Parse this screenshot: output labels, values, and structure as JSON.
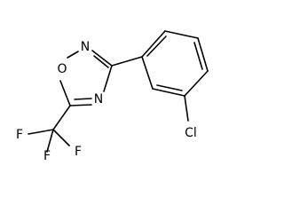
{
  "molecule": {
    "atom_labels": {
      "ring_oxygen": "O",
      "ring_nitrogen_top": "N",
      "ring_nitrogen_bottom": "N",
      "chlorine": "Cl",
      "fluorine_left": "F",
      "fluorine_right": "F",
      "fluorine_bottom": "F"
    }
  }
}
